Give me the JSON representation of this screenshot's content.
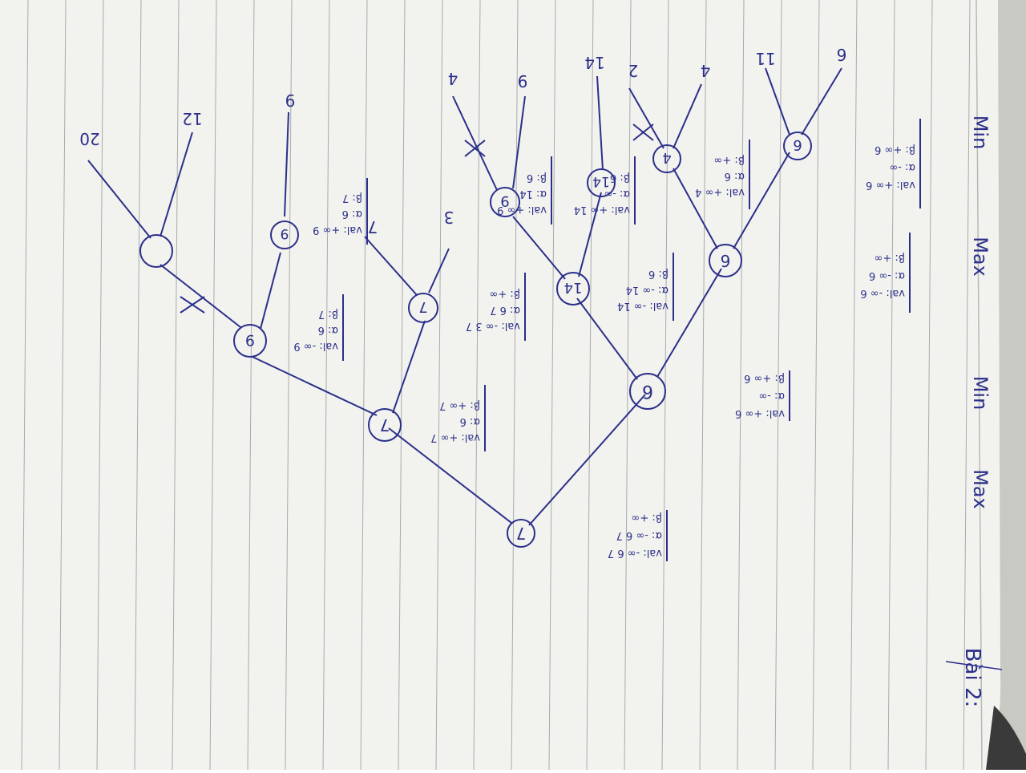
{
  "page": {
    "colors": {
      "paper": "#f2f2ee",
      "rule_line": "#6e7077",
      "ink": "#2b2f8a",
      "shadow": "#3a3a3a"
    }
  },
  "header": {
    "title": "Bài 2:"
  },
  "level_labels": [
    "Max",
    "Min",
    "Max",
    "Min"
  ],
  "tree": {
    "root": "7",
    "root_box": [
      "val: -∞ 6 7",
      "α: -∞ 6 7",
      "β: +∞"
    ],
    "left_min": "6",
    "left_min_box": [
      "val: +∞ 6",
      "α: -∞",
      "β: +∞ 6"
    ],
    "left_max": "6",
    "left_max_box": [
      "val: -∞ 6",
      "α: -∞ 6",
      "β: +∞"
    ],
    "min_a": "6",
    "min_a_box": [
      "val: +∞ 6",
      "α: -∞",
      "β: +∞ 6"
    ],
    "min_a_leaves": [
      "6",
      "11"
    ],
    "min_b": "4",
    "min_b_box": [
      "val: +∞ 4",
      "α: 6",
      "β: +∞"
    ],
    "min_b_leaves": [
      "4",
      "2"
    ],
    "left_max2": "14",
    "left_max2_box": [
      "val: -∞ 14",
      "α: -∞ 14",
      "β: 6"
    ],
    "min_c": "14",
    "min_c_box": [
      "val: +∞ 14",
      "α: -∞",
      "β: 6"
    ],
    "min_c_leaves": [
      "14"
    ],
    "min_d": "9",
    "min_d_box": [
      "val: +∞ 9",
      "α: 14",
      "β: 6"
    ],
    "min_d_leaves": [
      "9",
      "4"
    ],
    "right_min": "7",
    "right_min_box": [
      "val: +∞ 7",
      "α: 6",
      "β: +∞ 7"
    ],
    "right_max1": "7",
    "right_max1_box": [
      "val: -∞ 3 7",
      "α: 6 7",
      "β: +∞"
    ],
    "leaf_3": "3",
    "min_e": "9",
    "min_e_box": [
      "val: +∞ 9",
      "α: 6",
      "β: 7"
    ],
    "leaf_7": "7",
    "leaf_9": "9",
    "right_max2": "9",
    "right_max2_box": [
      "val: -∞ 9",
      "α: 6",
      "β: 7"
    ],
    "min_f": "",
    "min_f_leaves": [
      "12",
      "20"
    ]
  }
}
